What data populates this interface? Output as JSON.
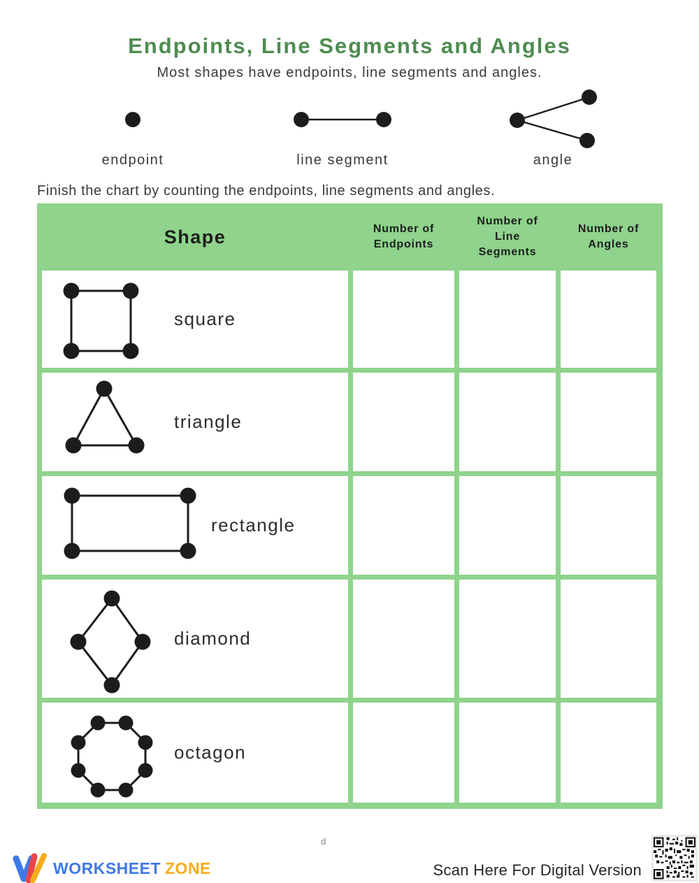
{
  "page": {
    "title": "Endpoints, Line Segments and Angles",
    "subtitle": "Most shapes have endpoints, line segments and angles.",
    "instruction": "Finish the chart by counting the endpoints, line segments and angles."
  },
  "examples": [
    {
      "id": "endpoint",
      "label": "endpoint"
    },
    {
      "id": "line-segment",
      "label": "line segment"
    },
    {
      "id": "angle",
      "label": "angle"
    }
  ],
  "table": {
    "headers": [
      "Shape",
      "Number of Endpoints",
      "Number of Line Segments",
      "Number of Angles"
    ],
    "rows": [
      {
        "shape": "square",
        "endpoints": "",
        "line_segments": "",
        "angles": ""
      },
      {
        "shape": "triangle",
        "endpoints": "",
        "line_segments": "",
        "angles": ""
      },
      {
        "shape": "rectangle",
        "endpoints": "",
        "line_segments": "",
        "angles": ""
      },
      {
        "shape": "diamond",
        "endpoints": "",
        "line_segments": "",
        "angles": ""
      },
      {
        "shape": "octagon",
        "endpoints": "",
        "line_segments": "",
        "angles": ""
      }
    ]
  },
  "footer": {
    "brand_word1": "WORKSHEET",
    "brand_word2": "ZONE",
    "scan_text": "Scan Here For Digital Version",
    "print_artifact": "d"
  },
  "colors": {
    "title_green": "#4e8c50",
    "table_green": "#8fd38c",
    "ink": "#1c1c1c",
    "brand_blue": "#3e79e8",
    "brand_red": "#e8464a",
    "brand_orange": "#f8ac1b"
  }
}
